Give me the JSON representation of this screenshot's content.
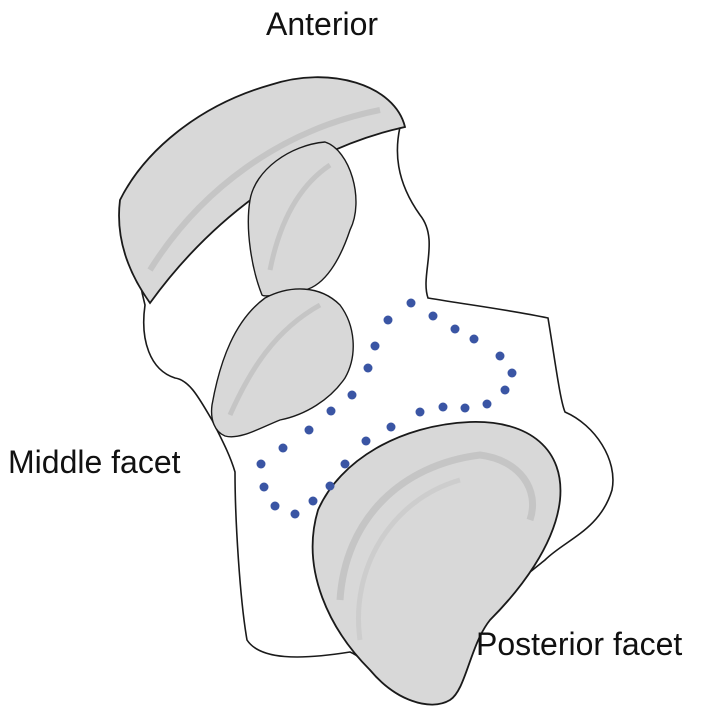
{
  "labels": {
    "anterior": "Anterior",
    "middle_facet": "Middle  facet",
    "posterior_facet": "Posterior facet"
  },
  "colors": {
    "outline": "#1a1a1a",
    "facet_fill": "#d8d8d8",
    "facet_shade": "#bdbdbd",
    "dots": "#3a55a4",
    "background": "#ffffff"
  }
}
